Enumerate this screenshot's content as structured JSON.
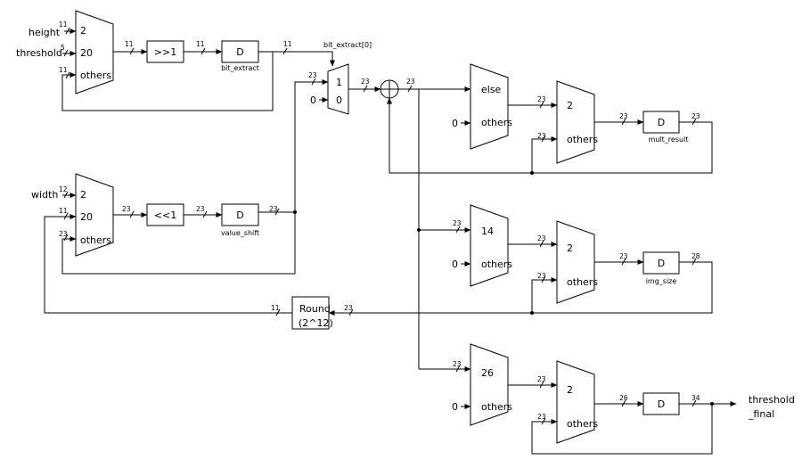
{
  "inputs": {
    "height": "height",
    "threshold": "threshold",
    "width": "width"
  },
  "output": {
    "line1": "threshold",
    "line2": "_final"
  },
  "mux_top": {
    "opt1": "2",
    "opt2": "20",
    "opt3": "others"
  },
  "mux_mid": {
    "opt1": "2",
    "opt2": "20",
    "opt3": "others"
  },
  "mux_select": {
    "opt1": "1",
    "opt2": "0"
  },
  "shift_right": ">>1",
  "shift_left": "<<1",
  "reg_label": "D",
  "reg_names": {
    "bit_extract": "bit_extract",
    "value_shift": "value_shift",
    "mult_result": "mult_result",
    "img_size": "img_size"
  },
  "bit_extract_tap": "bit_extract[0]",
  "const_zero": "0",
  "round": {
    "line1": "Round",
    "line2": "(2^12)"
  },
  "mux_r1": {
    "opt1": "else",
    "opt2": "others"
  },
  "mux_r2": {
    "opt1": "14",
    "opt2": "others"
  },
  "mux_r3": {
    "opt1": "26",
    "opt2": "others"
  },
  "mux_f": {
    "opt1": "2",
    "opt2": "others"
  },
  "widths": {
    "w11": "11",
    "w5": "5",
    "w12": "12",
    "w23": "23",
    "w24": "23",
    "w28": "28",
    "w26": "26",
    "w34": "34"
  }
}
